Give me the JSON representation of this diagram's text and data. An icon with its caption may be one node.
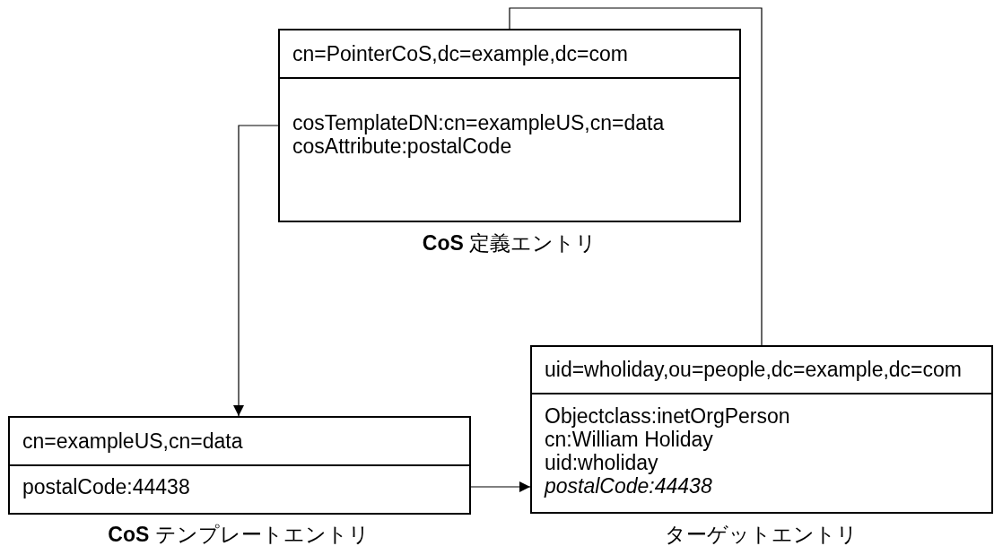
{
  "diagram": {
    "nodes": [
      {
        "text": [
          "cn=PointerCoS,dc=example,dc=com",
          "cosTemplateDN:cn=exampleUS,cn=data",
          "cosAttribute:postalCode"
        ],
        "beside": [
          "**CoS** 定義エントリ"
        ]
      },
      {
        "text": [
          "cn=exampleUS,cn=data",
          "postalCode:44438"
        ],
        "beside": [
          "**CoS** テンプレートエントリ"
        ]
      },
      {
        "text": [
          "uid=wholiday,ou=people,dc=example,dc=com",
          "Objectclass:inetOrgPerson",
          "cn:William Holiday",
          "uid:wholiday",
          "*postalCode:44438*"
        ],
        "beside": [
          "ターゲットエントリ"
        ]
      }
    ],
    "edges": [
      {
        "from": 0,
        "to": 1,
        "arrow": "to"
      },
      {
        "from": 1,
        "to": 2,
        "arrow": "to"
      },
      {
        "from": 2,
        "to": 0,
        "arrow": "none"
      }
    ]
  }
}
